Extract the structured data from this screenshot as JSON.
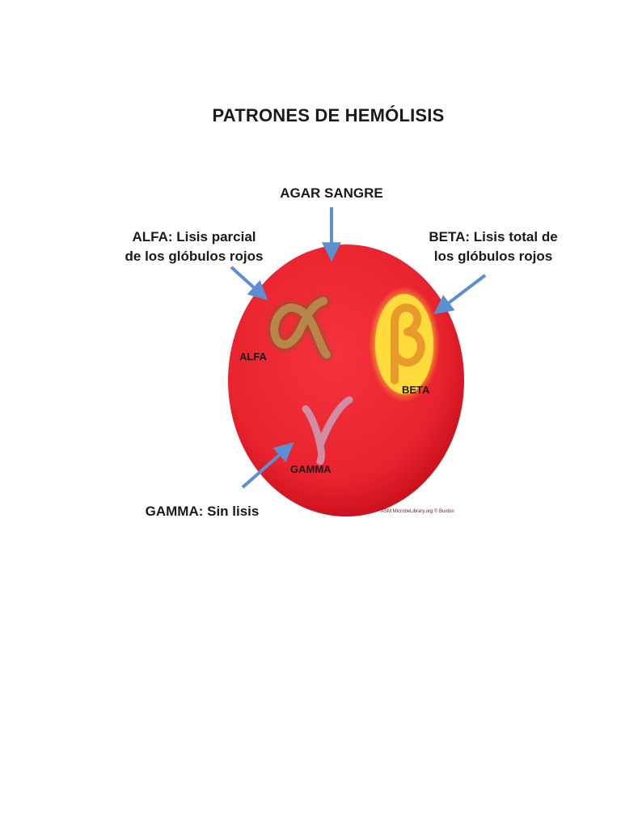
{
  "title": "PATRONES DE HEMÓLISIS",
  "agar": {
    "label": "AGAR  SANGRE"
  },
  "alfa": {
    "callout_line1": "ALFA: Lisis parcial",
    "callout_line2": "de los glóbulos rojos",
    "plate_label": "ALFA",
    "symbol": "alpha"
  },
  "beta": {
    "callout_line1": "BETA: Lisis total de",
    "callout_line2": "los glóbulos rojos",
    "plate_label": "BETA",
    "symbol": "beta"
  },
  "gamma": {
    "callout": "GAMMA: Sin lisis",
    "plate_label": "GAMMA",
    "symbol": "gamma"
  },
  "credit": "ASM MicrobeLibrary.org © Buxton",
  "colors": {
    "plate": "#e8232e",
    "plate_edge": "#c8101c",
    "arrow": "#5b8fd0",
    "alfa_colony": "#b7874a",
    "beta_halo": "#ffe24a",
    "beta_colony": "#e8a030",
    "gamma_colony": "#c9a0b8"
  }
}
